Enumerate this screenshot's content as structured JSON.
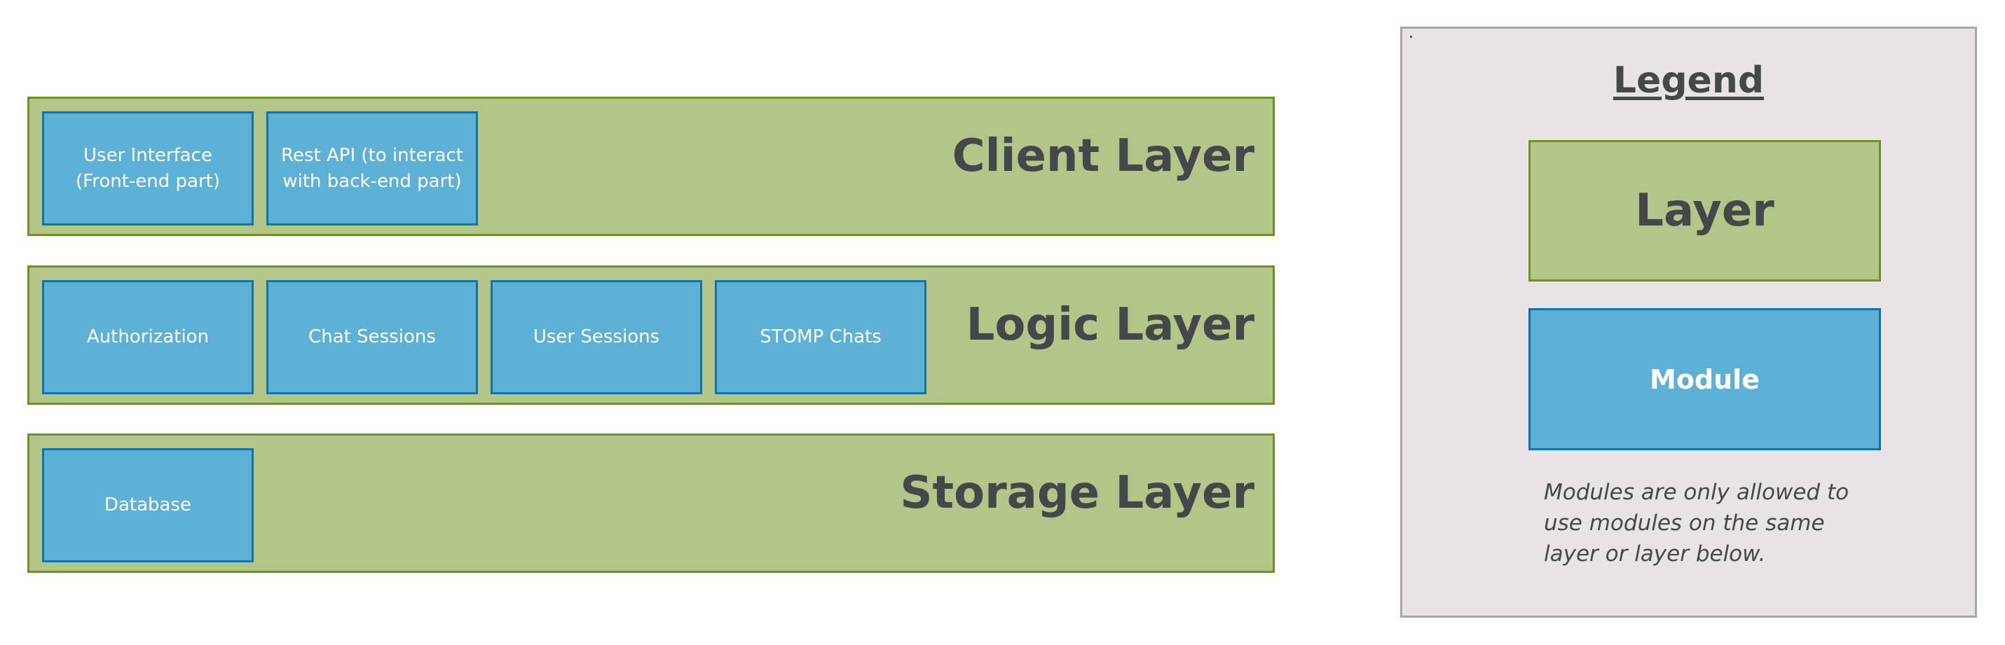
{
  "layers": {
    "client": {
      "title": "Client Layer",
      "modules": [
        "User Interface (Front-end part)",
        "Rest API (to interact with back-end part)"
      ]
    },
    "logic": {
      "title": "Logic Layer",
      "modules": [
        "Authorization",
        "Chat Sessions",
        "User Sessions",
        "STOMP Chats"
      ]
    },
    "storage": {
      "title": "Storage Layer",
      "modules": [
        "Database"
      ]
    }
  },
  "legend": {
    "title": "Legend",
    "layer_label": "Layer",
    "module_label": "Module",
    "note": "Modules are only allowed to use modules on the same layer or layer below."
  },
  "colors": {
    "layer_fill": "#b3c687",
    "layer_border": "#6f8f2a",
    "module_fill": "#5eb1d6",
    "module_border": "#1573a4",
    "legend_fill": "#e8e3e7",
    "legend_border": "#a8a8a8",
    "title_text": "#45484a"
  }
}
